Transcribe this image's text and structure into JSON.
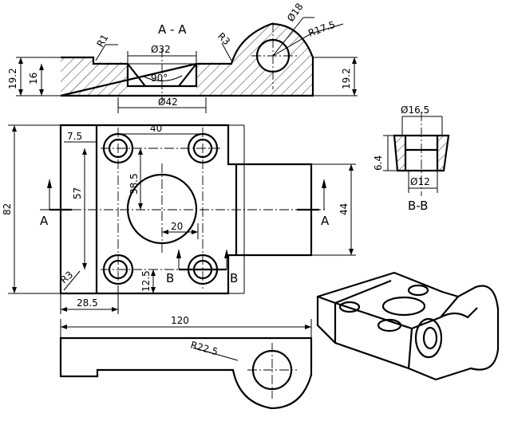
{
  "section_labels": {
    "aa": "A - A",
    "bb": "B-B",
    "a": "A",
    "b": "B"
  },
  "dims": {
    "phi32": "Ø32",
    "phi42": "Ø42",
    "angle90": "90°",
    "r1": "R1",
    "r3": "R3",
    "phi18": "Ø18",
    "r17_5": "R17.5",
    "h19_2": "19.2",
    "h16": "16",
    "phi16_5": "Ø16.5",
    "h6_4": "6.4",
    "phi12": "Ø12",
    "d40": "40",
    "d7_5": "7.5",
    "d38_5": "38.5",
    "d57": "57",
    "d82": "82",
    "d20": "20",
    "d44": "44",
    "d12_5": "12.5",
    "d28_5": "28.5",
    "d120": "120",
    "r22_5": "R22.5"
  }
}
